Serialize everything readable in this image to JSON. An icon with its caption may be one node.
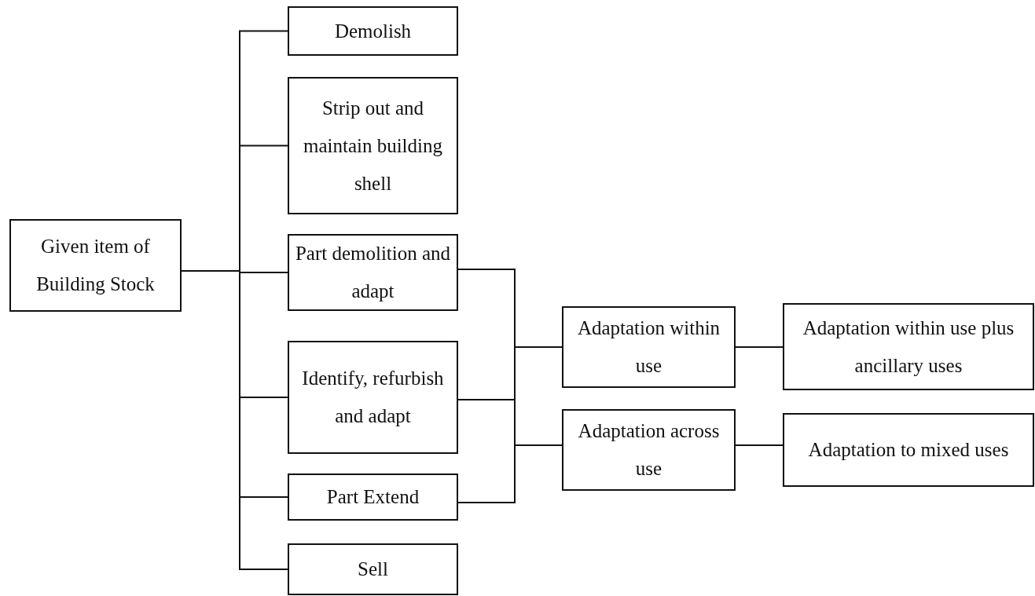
{
  "diagram": {
    "nodes": [
      {
        "text": [
          "Given item of Building Stock"
        ]
      },
      {
        "text": [
          "Demolish"
        ]
      },
      {
        "text": [
          "Strip out and maintain building shell"
        ]
      },
      {
        "text": [
          "Part demolition and adapt"
        ]
      },
      {
        "text": [
          "Identify, refurbish and adapt"
        ]
      },
      {
        "text": [
          "Part Extend"
        ]
      },
      {
        "text": [
          "Sell"
        ]
      },
      {
        "text": [
          "Adaptation within use"
        ]
      },
      {
        "text": [
          "Adaptation across use"
        ]
      },
      {
        "text": [
          "Adaptation within use plus ancillary uses"
        ]
      },
      {
        "text": [
          "Adaptation to mixed uses"
        ]
      }
    ],
    "edges": [
      {
        "from": 0,
        "to": 1,
        "arrow": "none"
      },
      {
        "from": 0,
        "to": 2,
        "arrow": "none"
      },
      {
        "from": 0,
        "to": 3,
        "arrow": "none"
      },
      {
        "from": 0,
        "to": 4,
        "arrow": "none"
      },
      {
        "from": 0,
        "to": 5,
        "arrow": "none"
      },
      {
        "from": 0,
        "to": 6,
        "arrow": "none"
      },
      {
        "from": 3,
        "to": 7,
        "arrow": "none"
      },
      {
        "from": 3,
        "to": 8,
        "arrow": "none"
      },
      {
        "from": 4,
        "to": 7,
        "arrow": "none"
      },
      {
        "from": 4,
        "to": 8,
        "arrow": "none"
      },
      {
        "from": 5,
        "to": 7,
        "arrow": "none"
      },
      {
        "from": 5,
        "to": 8,
        "arrow": "none"
      },
      {
        "from": 7,
        "to": 9,
        "arrow": "none"
      },
      {
        "from": 8,
        "to": 10,
        "arrow": "none"
      }
    ]
  }
}
